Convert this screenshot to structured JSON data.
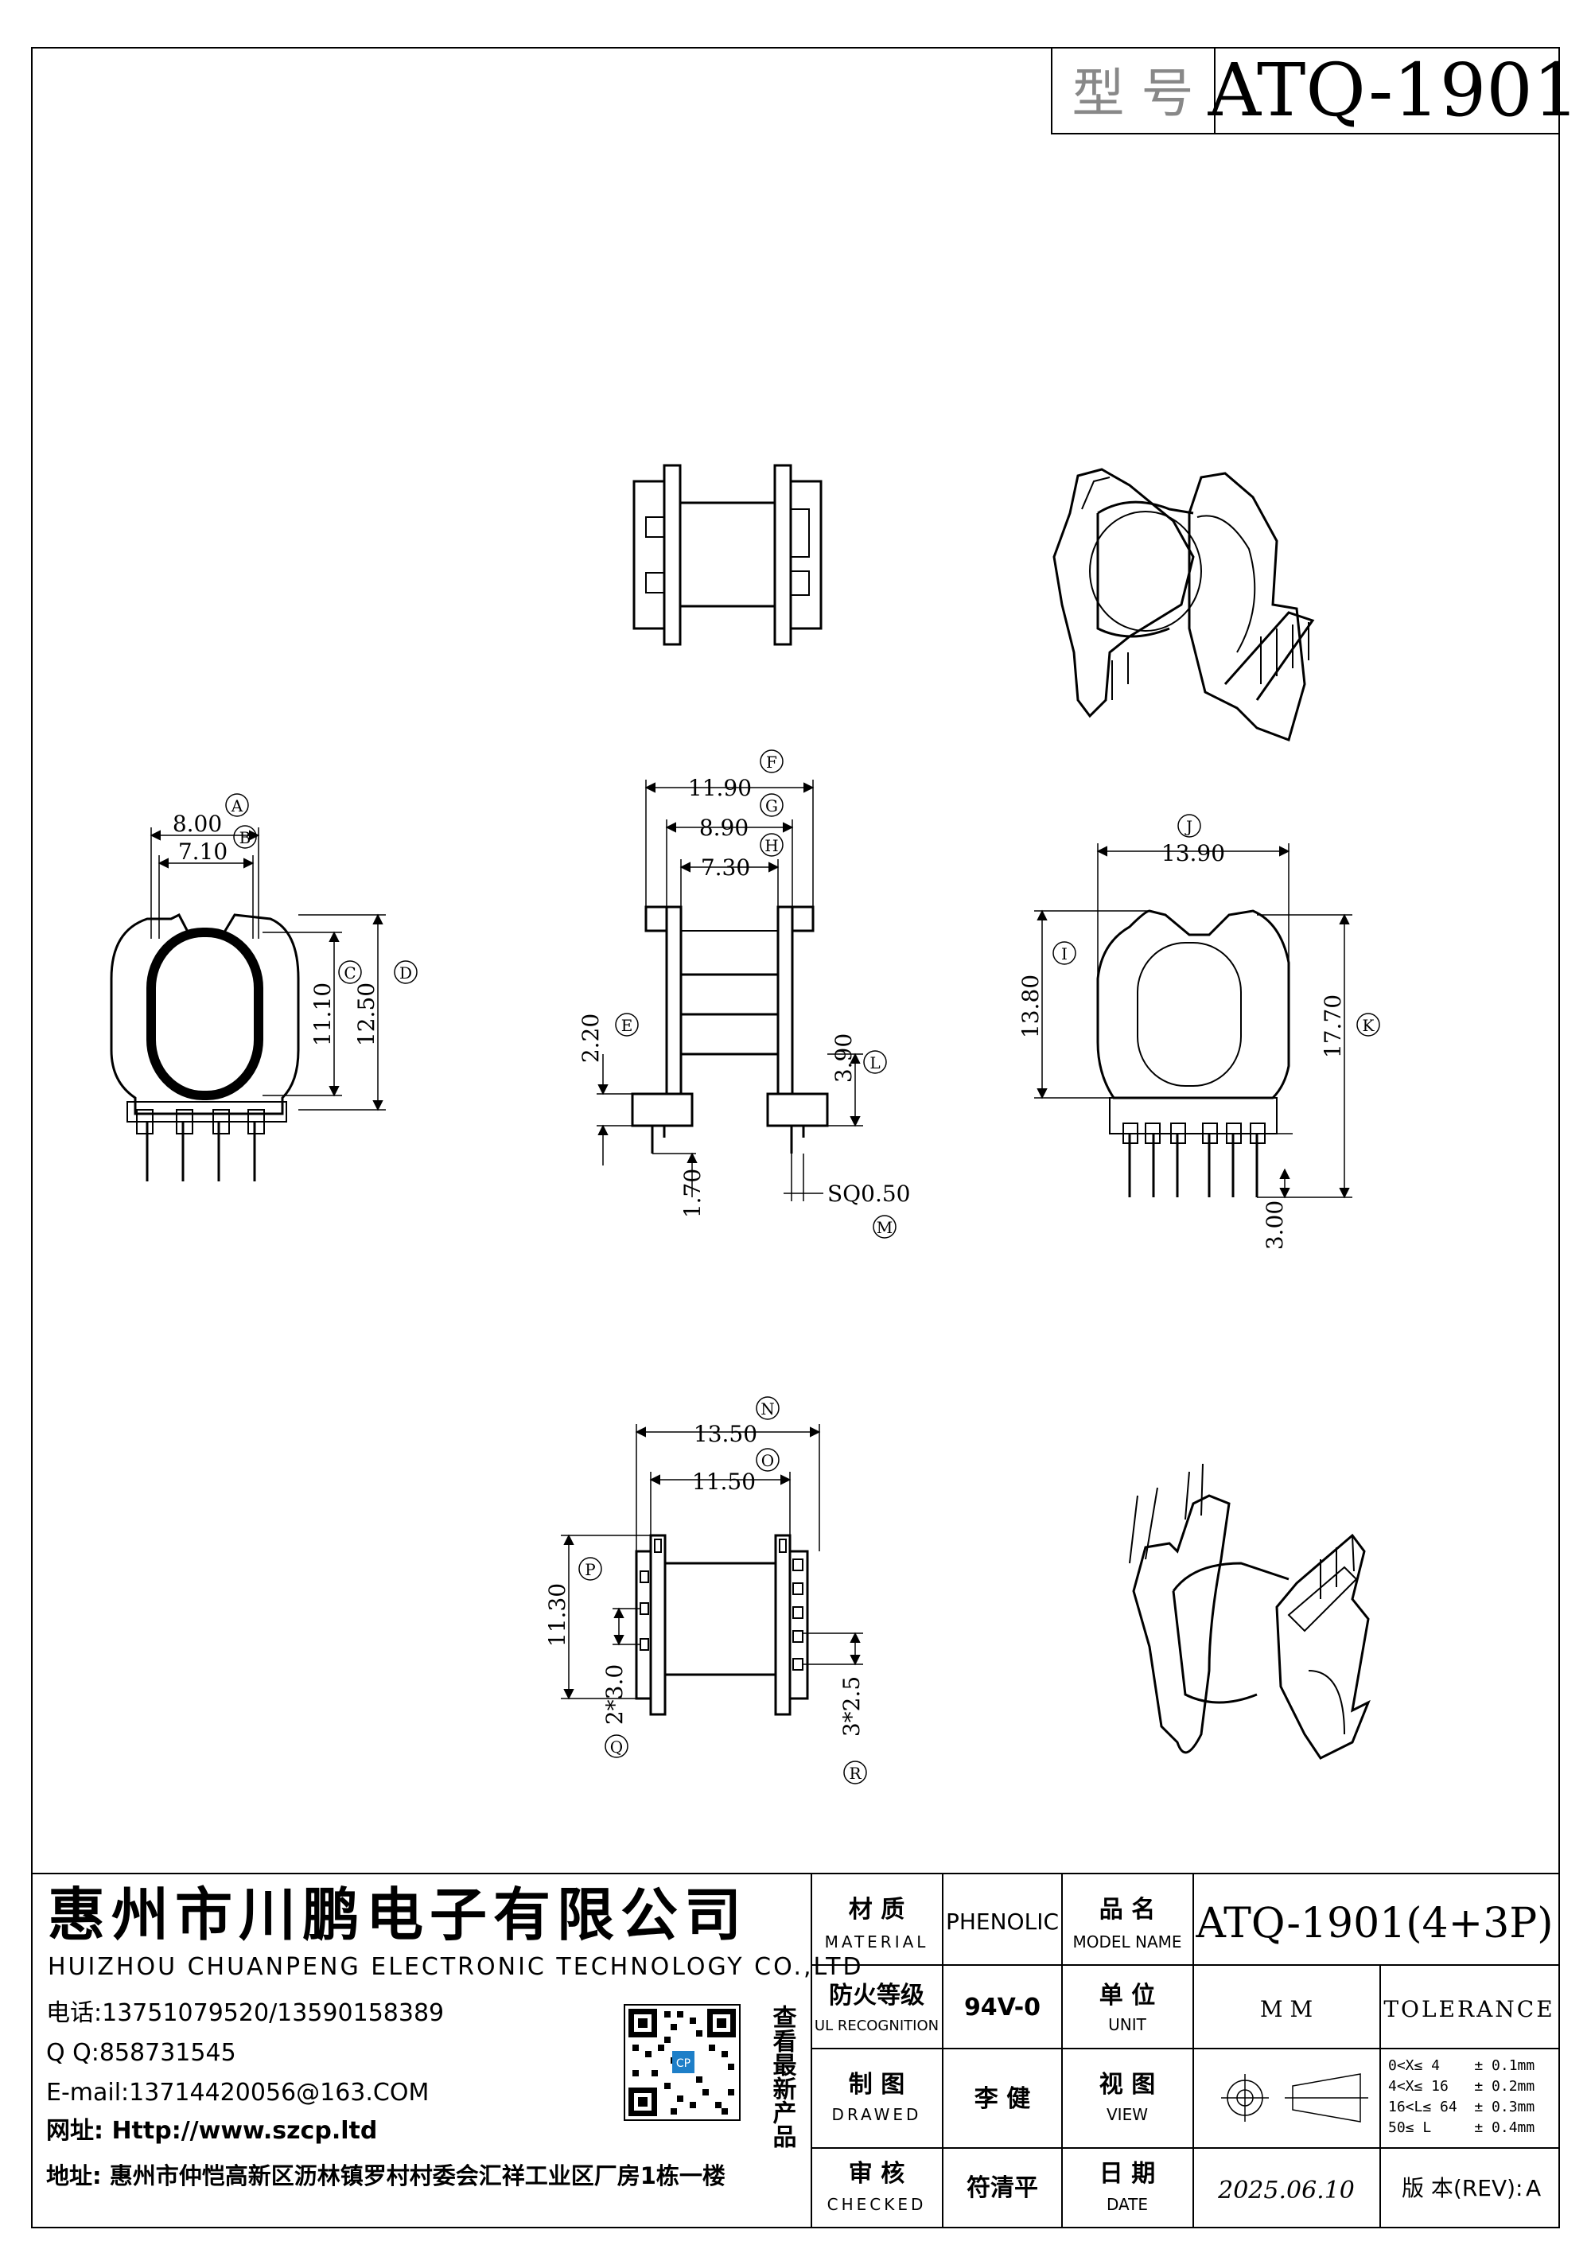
{
  "header": {
    "model_label": "型 号",
    "model_value": "ATQ-1901"
  },
  "dimensions": {
    "A": "8.00",
    "B": "7.10",
    "C": "11.10",
    "D": "12.50",
    "E": "2.20",
    "F": "11.90",
    "G": "8.90",
    "H": "7.30",
    "I": "13.80",
    "J": "13.90",
    "K": "17.70",
    "L": "3.90",
    "M": "SQ0.50",
    "N": "13.50",
    "O": "11.50",
    "P": "11.30",
    "Q": "2*3.0",
    "R": "3*2.5",
    "pin_len": "1.70",
    "pin_len_right": "3.00"
  },
  "company": {
    "name_cn": "惠州市川鹏电子有限公司",
    "name_en": "HUIZHOU CHUANPENG ELECTRONIC TECHNOLOGY CO.,LTD",
    "phone": "电话:13751079520/13590158389",
    "qq": "Q Q:858731545",
    "email": "E-mail:13714420056@163.COM",
    "web": "网址: Http://www.szcp.ltd",
    "address": "地址: 惠州市仲恺高新区沥林镇罗村村委会汇祥工业区厂房1栋一楼",
    "qr_side_text": "查看最新产品",
    "qr_logo": "CP"
  },
  "title_block": {
    "material_cn": "材 质",
    "material_en": "MATERIAL",
    "material_value": "PHENOLIC",
    "model_cn": "品 名",
    "model_en": "MODEL NAME",
    "model_value": "ATQ-1901(4+3P)",
    "fire_cn": "防火等级",
    "fire_en": "UL RECOGNITION",
    "fire_value": "94V-0",
    "unit_cn": "单 位",
    "unit_en": "UNIT",
    "unit_value": "M M",
    "tolerance_label": "TOLERANCE",
    "drawn_cn": "制 图",
    "drawn_en": "DRAWED",
    "drawn_value": "李 健",
    "view_cn": "视 图",
    "view_en": "VIEW",
    "tol_1": "0<X≤ 4    ± 0.1mm",
    "tol_2": "4<X≤ 16   ± 0.2mm",
    "tol_3": "16<L≤ 64  ± 0.3mm",
    "tol_4": "50≤ L     ± 0.4mm",
    "checked_cn": "审 核",
    "checked_en": "CHECKED",
    "checked_value": "符清平",
    "date_cn": "日 期",
    "date_en": "DATE",
    "date_value": "2025.06.10",
    "rev_label": "版 本(REV):",
    "rev_value": "A"
  }
}
